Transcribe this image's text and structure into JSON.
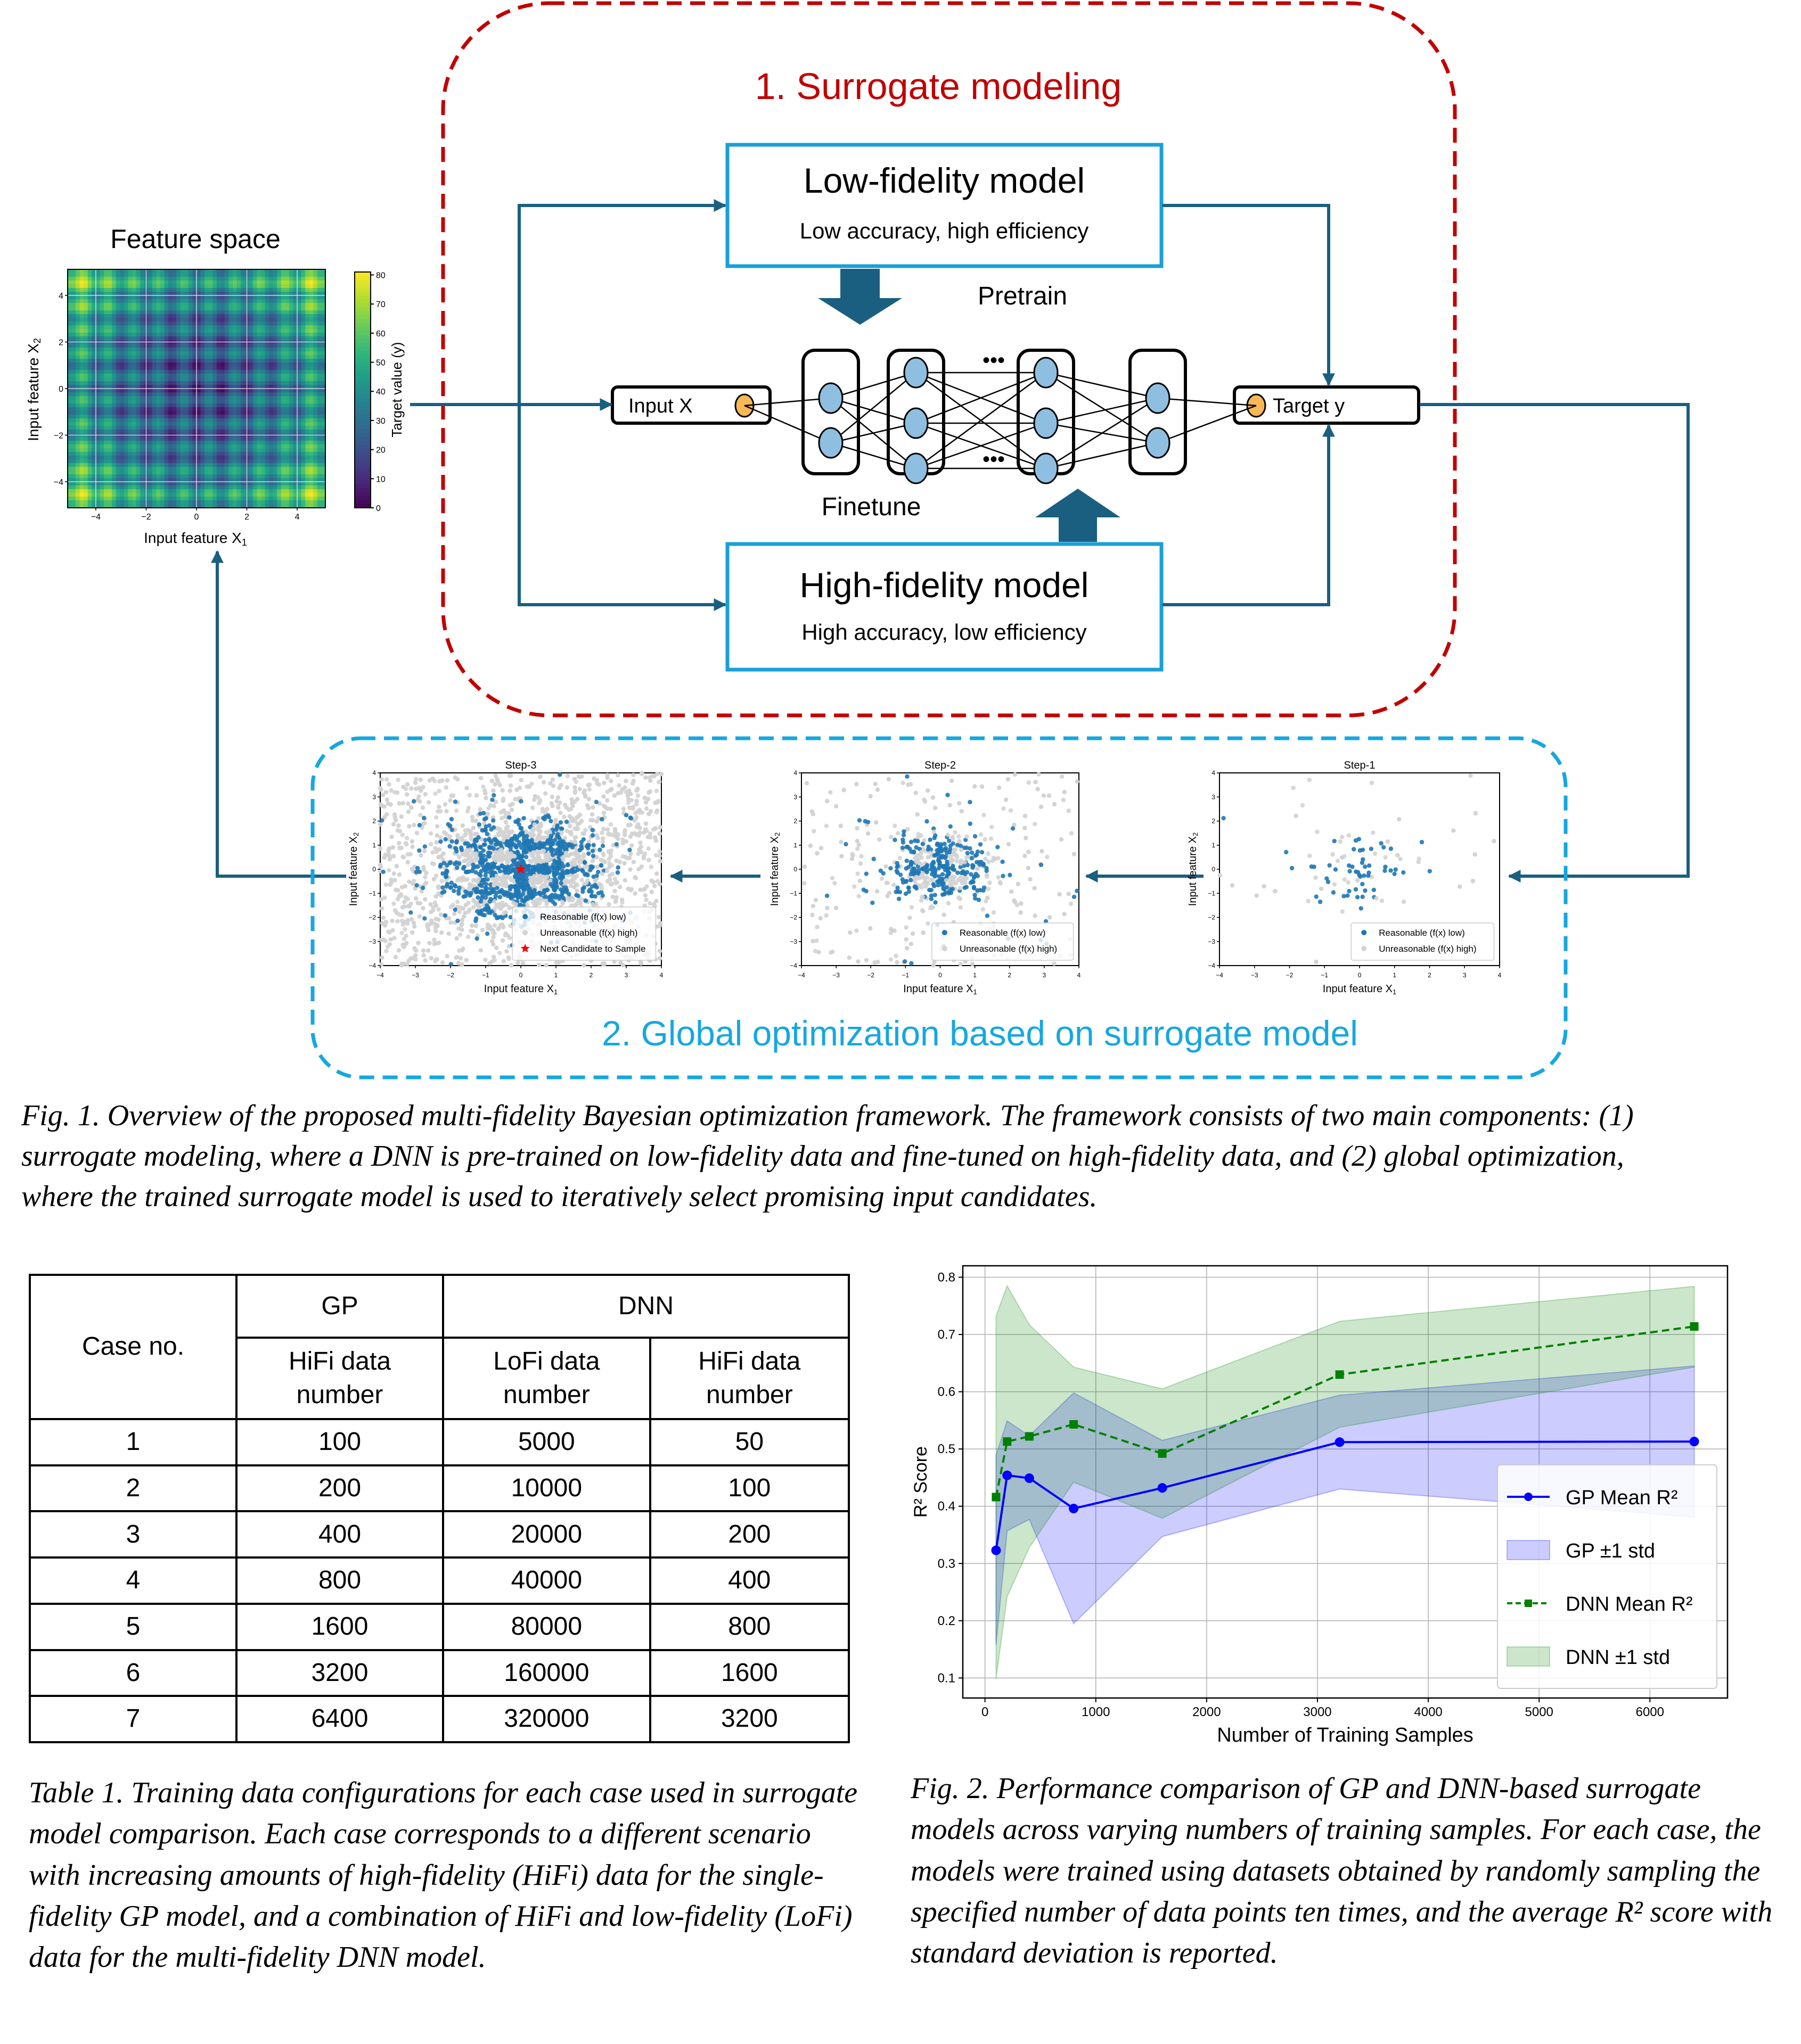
{
  "figure1": {
    "surrogate_section": {
      "title": "1. Surrogate modeling",
      "title_color": "#c00000",
      "border_color": "#c00000",
      "low_fidelity": {
        "title": "Low-fidelity model",
        "subtitle": "Low accuracy, high efficiency"
      },
      "high_fidelity": {
        "title": "High-fidelity model",
        "subtitle": "High accuracy, low efficiency"
      },
      "pretrain_label": "Pretrain",
      "finetune_label": "Finetune",
      "input_label": "Input X",
      "target_label": "Target y",
      "ellipsis": "•••",
      "network_layers": [
        2,
        3,
        3,
        2
      ],
      "box_border_color": "#1a9fd8",
      "arrow_color": "#1a5f80",
      "node_color": "#8fbfe0",
      "io_node_color": "#f8b856"
    },
    "feature_space": {
      "title": "Feature space",
      "xlabel": "Input feature X",
      "xlabel_sub": "1",
      "ylabel": "Input feature X",
      "ylabel_sub": "2",
      "x_ticks": [
        "−4",
        "−2",
        "0",
        "2",
        "4"
      ],
      "y_ticks": [
        "4",
        "2",
        "0",
        "−2",
        "−4"
      ],
      "colorbar_label": "Target value (y)",
      "colorbar_ticks": [
        "80",
        "70",
        "60",
        "50",
        "40",
        "30",
        "20",
        "10",
        "0"
      ],
      "range": [
        -5.12,
        5.12
      ],
      "value_range": [
        0,
        81
      ]
    },
    "optimization_section": {
      "title": "2. Global optimization based on surrogate model",
      "title_color": "#16a7e0",
      "border_color": "#16a7e0",
      "plots": [
        {
          "title": "Step-3",
          "legend": [
            "Reasonable (f(x) low)",
            "Unreasonable (f(x) high)",
            "Next Candidate to Sample"
          ],
          "candidate": [
            0,
            0
          ]
        },
        {
          "title": "Step-2",
          "legend": [
            "Reasonable (f(x) low)",
            "Unreasonable (f(x) high)"
          ]
        },
        {
          "title": "Step-1",
          "legend": [
            "Reasonable (f(x) low)",
            "Unreasonable (f(x) high)"
          ]
        }
      ],
      "axis_ticks": [
        "−4",
        "−3",
        "−2",
        "−1",
        "0",
        "1",
        "2",
        "3",
        "4"
      ],
      "y_ticks": [
        "4",
        "3",
        "2",
        "1",
        "0",
        "−1",
        "−2",
        "−3",
        "−4"
      ],
      "xlabel": "Input feature X",
      "xlabel_sub": "1",
      "ylabel": "Input feature X",
      "ylabel_sub": "2",
      "reasonable_color": "#1f77b4",
      "unreasonable_color": "#d3d3d3",
      "candidate_color": "#ff0000"
    },
    "caption": "Fig. 1. Overview of the proposed multi-fidelity Bayesian optimization framework. The framework consists of two main components: (1) surrogate modeling, where a DNN is pre-trained on low-fidelity data and fine-tuned on high-fidelity data, and (2) global optimization, where the trained surrogate model is used to iteratively select promising input candidates."
  },
  "table1": {
    "header": {
      "case": "Case no.",
      "gp": "GP",
      "dnn": "DNN",
      "gp_hifi": [
        "HiFi data",
        "number"
      ],
      "dnn_lofi": [
        "LoFi data",
        "number"
      ],
      "dnn_hifi": [
        "HiFi data",
        "number"
      ]
    },
    "rows": [
      {
        "case": "1",
        "gp_hifi": "100",
        "dnn_lofi": "5000",
        "dnn_hifi": "50"
      },
      {
        "case": "2",
        "gp_hifi": "200",
        "dnn_lofi": "10000",
        "dnn_hifi": "100"
      },
      {
        "case": "3",
        "gp_hifi": "400",
        "dnn_lofi": "20000",
        "dnn_hifi": "200"
      },
      {
        "case": "4",
        "gp_hifi": "800",
        "dnn_lofi": "40000",
        "dnn_hifi": "400"
      },
      {
        "case": "5",
        "gp_hifi": "1600",
        "dnn_lofi": "80000",
        "dnn_hifi": "800"
      },
      {
        "case": "6",
        "gp_hifi": "3200",
        "dnn_lofi": "160000",
        "dnn_hifi": "1600"
      },
      {
        "case": "7",
        "gp_hifi": "6400",
        "dnn_lofi": "320000",
        "dnn_hifi": "3200"
      }
    ],
    "caption": "Table 1. Training data configurations for each case used in surrogate model comparison. Each case corresponds to a different scenario with increasing amounts of high-fidelity (HiFi) data for the single-fidelity GP model, and a combination of HiFi and low-fidelity (LoFi) data for the multi-fidelity DNN model."
  },
  "chart_data": {
    "type": "line",
    "title": "",
    "xlabel": "Number of Training Samples",
    "ylabel": "R² Score",
    "x": [
      100,
      200,
      400,
      800,
      1600,
      3200,
      6400
    ],
    "xlim": [
      -200,
      6700
    ],
    "ylim": [
      0.065,
      0.82
    ],
    "x_ticks": [
      0,
      1000,
      2000,
      3000,
      4000,
      5000,
      6000
    ],
    "y_ticks": [
      0.1,
      0.2,
      0.3,
      0.4,
      0.5,
      0.6,
      0.7,
      0.8
    ],
    "grid": true,
    "legend_position": "lower-right",
    "series": [
      {
        "name": "GP Mean R²",
        "style": "solid",
        "marker": "circle",
        "color": "#0000ff",
        "values": [
          0.323,
          0.454,
          0.449,
          0.396,
          0.432,
          0.512,
          0.513
        ]
      },
      {
        "name": "DNN Mean R²",
        "style": "dashed",
        "marker": "square",
        "color": "#008000",
        "values": [
          0.416,
          0.513,
          0.522,
          0.543,
          0.492,
          0.63,
          0.714
        ]
      }
    ],
    "bands": [
      {
        "name": "GP ±1 std",
        "color": "#0000ff",
        "opacity": 0.2,
        "upper": [
          0.489,
          0.549,
          0.523,
          0.598,
          0.515,
          0.594,
          0.645
        ],
        "lower": [
          0.158,
          0.357,
          0.377,
          0.195,
          0.347,
          0.43,
          0.381
        ]
      },
      {
        "name": "DNN ±1 std",
        "color": "#008000",
        "opacity": 0.2,
        "upper": [
          0.732,
          0.785,
          0.717,
          0.643,
          0.605,
          0.723,
          0.784
        ],
        "lower": [
          0.099,
          0.242,
          0.328,
          0.442,
          0.379,
          0.538,
          0.643
        ]
      }
    ],
    "legend": [
      "GP Mean R²",
      "GP ±1 std",
      "DNN Mean R²",
      "DNN ±1 std"
    ],
    "caption": "Fig. 2. Performance comparison of GP and DNN-based surrogate models across varying numbers of training samples. For each case, the models were trained using datasets obtained by randomly sampling the specified number of data points ten times, and the average R² score with standard deviation is reported."
  }
}
